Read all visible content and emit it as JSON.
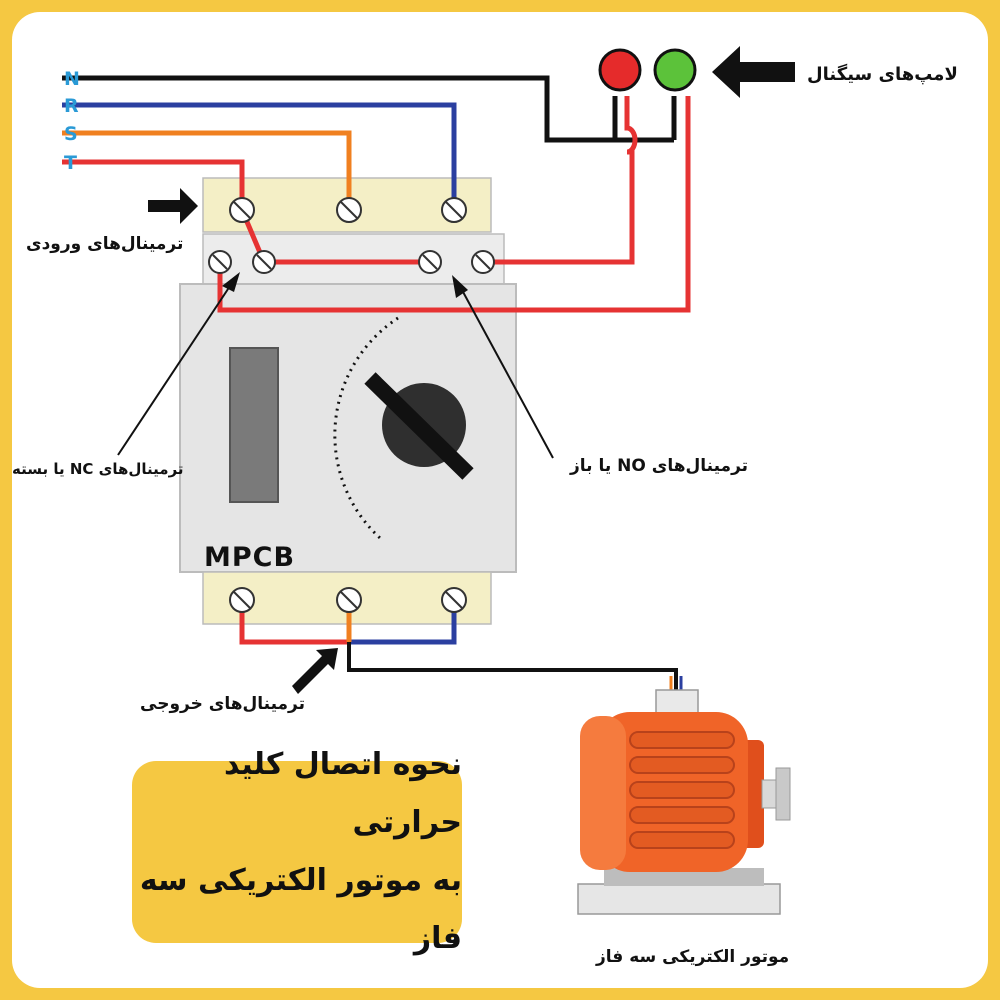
{
  "phases": [
    "N",
    "R",
    "S",
    "T"
  ],
  "device_label": "MPCB",
  "labels": {
    "signal_lamps": "لامپ‌های سیگنال",
    "input_terminals": "ترمینال‌های ورودی",
    "nc_terminals": "ترمینال‌های NC یا بسته",
    "no_terminals": "ترمینال‌های NO یا باز",
    "output_terminals": "ترمینال‌های خروجی",
    "motor": "موتور الکتریکی سه فاز"
  },
  "title": {
    "line1": "نحوه اتصال کلید حرارتی",
    "line2": "به موتور الکتریکی سه فاز"
  },
  "colors": {
    "N": "#111111",
    "R": "#2b3fa0",
    "S": "#f08020",
    "T": "#e63333",
    "phase_text": "#2a9ad6",
    "lamp_red": "#e52b2b",
    "lamp_green": "#5cc23a",
    "accent_yellow": "#f5c842",
    "motor_orange": "#f06428"
  }
}
